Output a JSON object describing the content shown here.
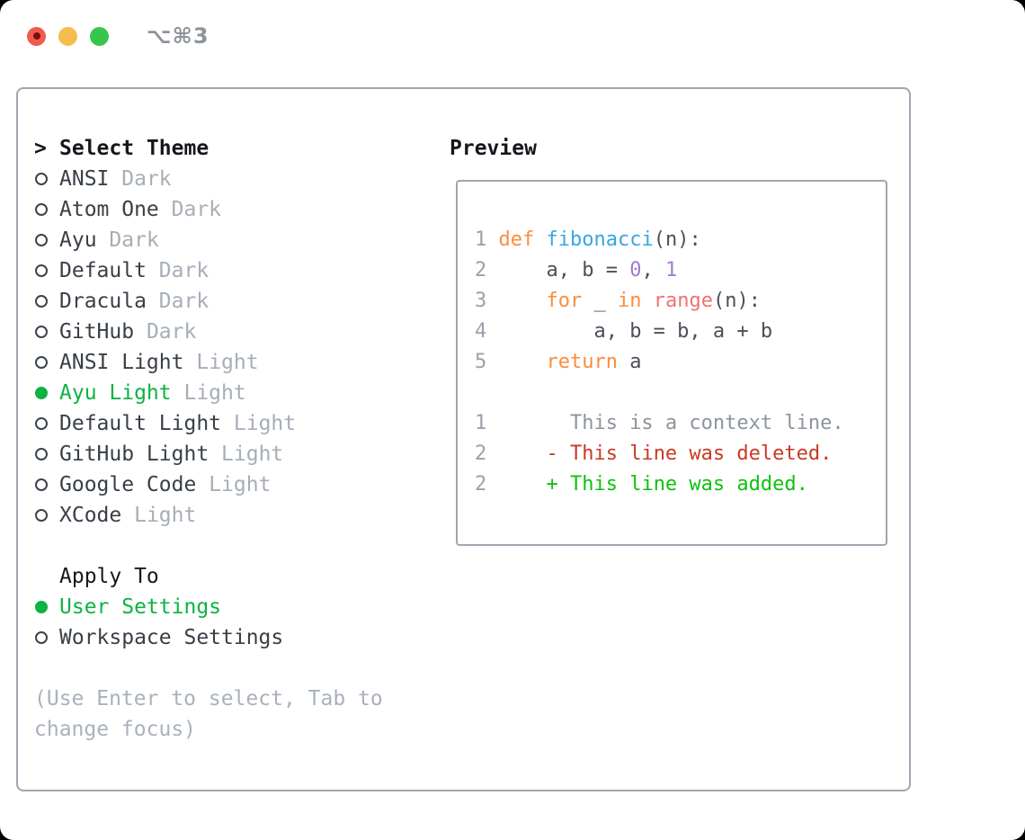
{
  "window": {
    "shortcut_label": "⌥⌘3"
  },
  "selector": {
    "prompt": ">",
    "title": "Select Theme",
    "themes": [
      {
        "name": "ANSI",
        "variant": "Dark",
        "selected": false
      },
      {
        "name": "Atom One",
        "variant": "Dark",
        "selected": false
      },
      {
        "name": "Ayu",
        "variant": "Dark",
        "selected": false
      },
      {
        "name": "Default",
        "variant": "Dark",
        "selected": false
      },
      {
        "name": "Dracula",
        "variant": "Dark",
        "selected": false
      },
      {
        "name": "GitHub",
        "variant": "Dark",
        "selected": false
      },
      {
        "name": "ANSI Light",
        "variant": "Light",
        "selected": false
      },
      {
        "name": "Ayu Light",
        "variant": "Light",
        "selected": true
      },
      {
        "name": "Default Light",
        "variant": "Light",
        "selected": false
      },
      {
        "name": "GitHub Light",
        "variant": "Light",
        "selected": false
      },
      {
        "name": "Google Code",
        "variant": "Light",
        "selected": false
      },
      {
        "name": "XCode",
        "variant": "Light",
        "selected": false
      }
    ]
  },
  "apply_to": {
    "title": "Apply To",
    "options": [
      {
        "label": "User Settings",
        "selected": true
      },
      {
        "label": "Workspace Settings",
        "selected": false
      }
    ]
  },
  "hint": "(Use Enter to select, Tab to change focus)",
  "preview": {
    "title": "Preview",
    "lines": [
      {
        "num": "1",
        "segments": [
          {
            "t": " ",
            "c": "fg"
          },
          {
            "t": "def",
            "c": "kw"
          },
          {
            "t": " ",
            "c": "fg"
          },
          {
            "t": "fibonacci",
            "c": "fn"
          },
          {
            "t": "(n):",
            "c": "fg"
          }
        ]
      },
      {
        "num": "2",
        "segments": [
          {
            "t": "     a, b = ",
            "c": "fg"
          },
          {
            "t": "0",
            "c": "n"
          },
          {
            "t": ", ",
            "c": "fg"
          },
          {
            "t": "1",
            "c": "n"
          }
        ]
      },
      {
        "num": "3",
        "segments": [
          {
            "t": "     ",
            "c": "fg"
          },
          {
            "t": "for",
            "c": "kw"
          },
          {
            "t": " _ ",
            "c": "fg"
          },
          {
            "t": "in",
            "c": "kw"
          },
          {
            "t": " ",
            "c": "fg"
          },
          {
            "t": "range",
            "c": "sp"
          },
          {
            "t": "(n):",
            "c": "fg"
          }
        ]
      },
      {
        "num": "4",
        "segments": [
          {
            "t": "         a, b = b, a + b",
            "c": "fg"
          }
        ]
      },
      {
        "num": "5",
        "segments": [
          {
            "t": "     ",
            "c": "fg"
          },
          {
            "t": "return",
            "c": "kw"
          },
          {
            "t": " a",
            "c": "fg"
          }
        ]
      },
      {
        "num": "",
        "segments": []
      },
      {
        "num": "1",
        "segments": [
          {
            "t": "       This is a context line.",
            "c": "ctx"
          }
        ]
      },
      {
        "num": "2",
        "segments": [
          {
            "t": "     ",
            "c": "fg"
          },
          {
            "t": "- This line was deleted.",
            "c": "del"
          }
        ]
      },
      {
        "num": "2",
        "segments": [
          {
            "t": "     ",
            "c": "fg"
          },
          {
            "t": "+ This line was added.",
            "c": "add"
          }
        ]
      }
    ]
  },
  "colors": {
    "selection_green": "#0cb342",
    "added_green": "#0cc20c",
    "deleted_red": "#c83a24",
    "keyword_orange": "#fa8d3e",
    "function_blue": "#35a6e4",
    "number_purple": "#a37acc",
    "special_coral": "#f07171",
    "code_fg": "#4a5059",
    "context_gray": "#8d949d",
    "gutter_gray": "#98a1aa",
    "text_dark": "#383f47",
    "text_muted": "#a6aeb7",
    "hint_gray": "#a9b1bb",
    "border_gray": "#9fa7b1",
    "header_black": "#14181c",
    "shortcut_gray": "#8d949c",
    "traffic_red": "#f15b4e",
    "traffic_red_dot": "#7d0f08",
    "traffic_yellow": "#f5bd4d",
    "traffic_green": "#35c64b"
  }
}
